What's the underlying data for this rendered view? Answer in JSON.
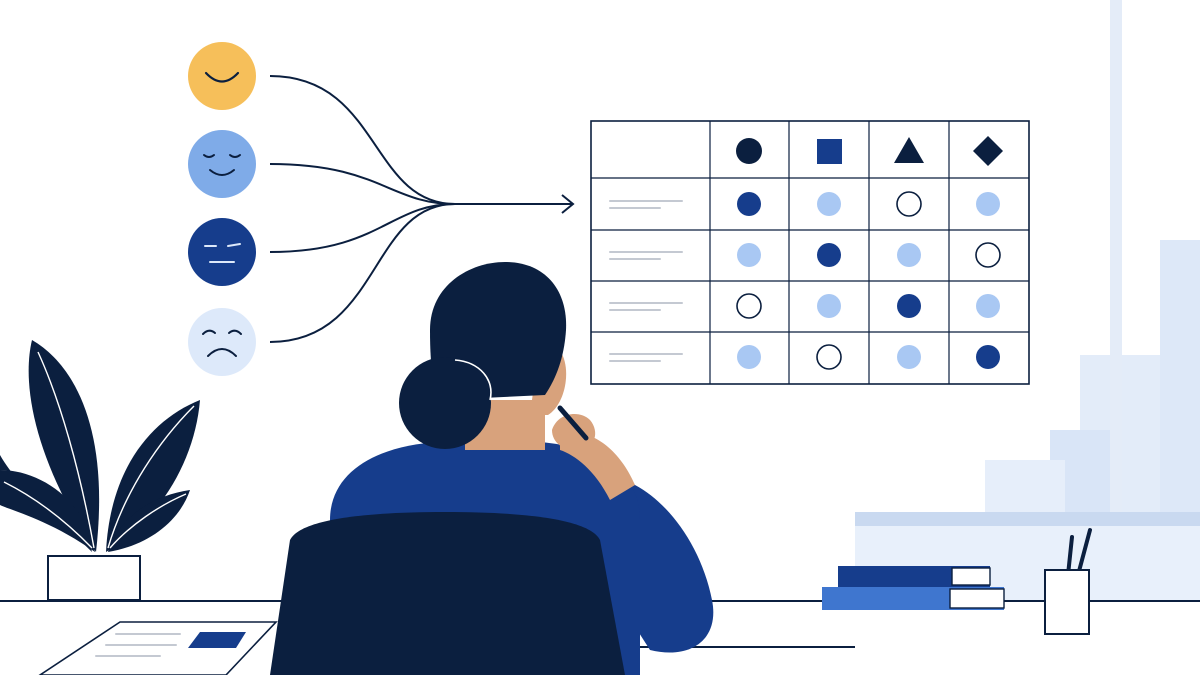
{
  "colors": {
    "background": "#ffffff",
    "navy": "#0b1f3f",
    "royal_blue": "#163d8c",
    "light_blue": "#a9c8f3",
    "mid_blue": "#7fabe8",
    "pale_blue": "#dde9fa",
    "sky_panel": "#e8f0fb",
    "window_frame": "#c9d9f0",
    "skin": "#d8a27c",
    "yellow": "#f6bf5a",
    "line_dark": "#0b1f3f",
    "placeholder_grey": "#c4c9d2",
    "book_light": "#3f76cf"
  },
  "icons": {
    "emotion_faces": [
      "happy-face-icon",
      "content-face-icon",
      "neutral-face-icon",
      "sad-face-icon"
    ],
    "table_header_shapes": [
      "circle-icon",
      "square-icon",
      "triangle-icon",
      "diamond-icon"
    ]
  },
  "table": {
    "rows": [
      [
        "navy",
        "light",
        "empty",
        "light"
      ],
      [
        "light",
        "navy",
        "light",
        "empty"
      ],
      [
        "empty",
        "light",
        "navy",
        "light"
      ],
      [
        "light",
        "empty",
        "light",
        "navy"
      ]
    ]
  }
}
